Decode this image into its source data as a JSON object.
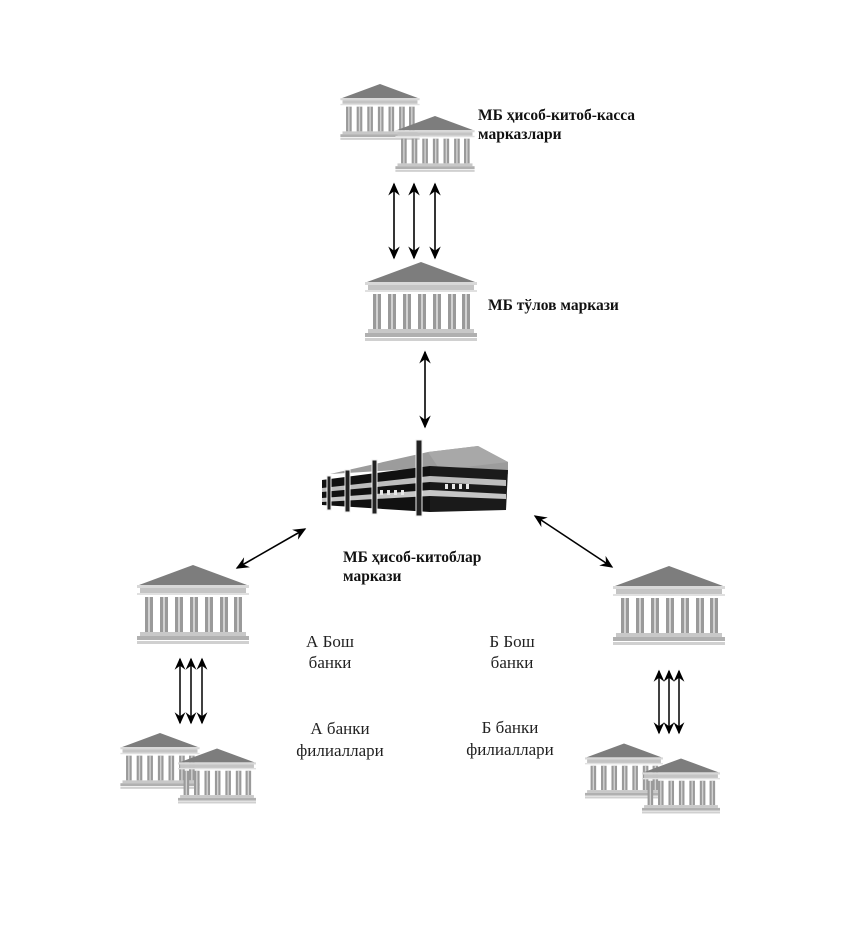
{
  "diagram": {
    "nodes": {
      "cash_centers": {
        "label_lines": [
          "МБ ҳисоб-китоб-касса",
          "марказлари"
        ],
        "icon": "bank-building-pair-icon"
      },
      "payment_center": {
        "label_lines": [
          "МБ тўлов маркази"
        ],
        "icon": "bank-building-icon"
      },
      "settlement_center": {
        "label_lines": [
          "МБ ҳисоб-китоблар",
          "маркази"
        ],
        "icon": "office-building-icon"
      },
      "bank_a_head": {
        "label_lines": [
          "А Бош",
          "банки"
        ],
        "icon": "bank-building-icon"
      },
      "bank_b_head": {
        "label_lines": [
          "Б Бош",
          "банки"
        ],
        "icon": "bank-building-icon"
      },
      "bank_a_branches": {
        "label_lines": [
          "А банки",
          "филиаллари"
        ],
        "icon": "bank-building-pair-icon"
      },
      "bank_b_branches": {
        "label_lines": [
          "Б банки",
          "филиаллари"
        ],
        "icon": "bank-building-pair-icon"
      }
    },
    "edges": [
      {
        "from": "cash_centers",
        "to": "payment_center",
        "type": "bidirectional",
        "count": 3
      },
      {
        "from": "payment_center",
        "to": "settlement_center",
        "type": "bidirectional",
        "count": 1
      },
      {
        "from": "settlement_center",
        "to": "bank_a_head",
        "type": "bidirectional",
        "count": 1
      },
      {
        "from": "settlement_center",
        "to": "bank_b_head",
        "type": "bidirectional",
        "count": 1
      },
      {
        "from": "bank_a_head",
        "to": "bank_a_branches",
        "type": "bidirectional",
        "count": 3
      },
      {
        "from": "bank_b_head",
        "to": "bank_b_branches",
        "type": "bidirectional",
        "count": 3
      }
    ],
    "colors": {
      "roof": "#808080",
      "column": "#9a9a9a",
      "entablature": "#c8c8c8",
      "base": "#b4b4b4",
      "arrow": "#000000",
      "text": "#111111"
    }
  }
}
